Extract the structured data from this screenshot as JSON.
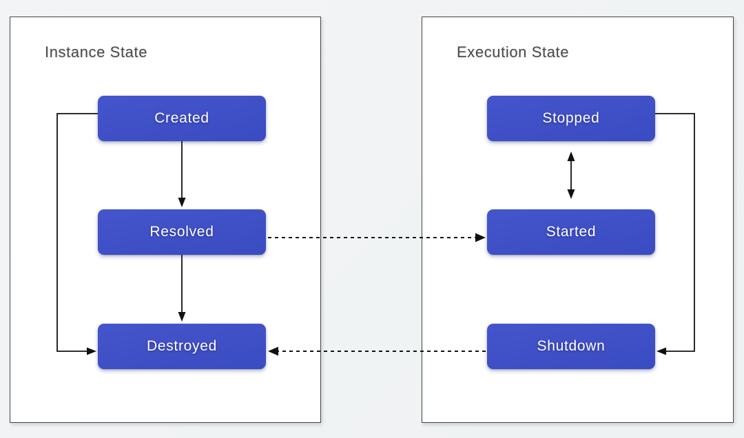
{
  "diagram": {
    "type": "state-diagram",
    "background_color": "#f1f3f5",
    "node_color": "#3f50c6",
    "node_text_color": "#ffffff",
    "edge_color": "#111111",
    "panels": [
      {
        "id": "instance",
        "title": "Instance State",
        "nodes": [
          {
            "id": "created",
            "label": "Created"
          },
          {
            "id": "resolved",
            "label": "Resolved"
          },
          {
            "id": "destroyed",
            "label": "Destroyed"
          }
        ]
      },
      {
        "id": "execution",
        "title": "Execution State",
        "nodes": [
          {
            "id": "stopped",
            "label": "Stopped"
          },
          {
            "id": "started",
            "label": "Started"
          },
          {
            "id": "shutdown",
            "label": "Shutdown"
          }
        ]
      }
    ],
    "edges": [
      {
        "id": "created-to-resolved",
        "from": "created",
        "to": "resolved",
        "style": "solid",
        "direction": "forward"
      },
      {
        "id": "resolved-to-destroyed",
        "from": "resolved",
        "to": "destroyed",
        "style": "solid",
        "direction": "forward"
      },
      {
        "id": "created-to-destroyed",
        "from": "created",
        "to": "destroyed",
        "style": "solid",
        "direction": "forward"
      },
      {
        "id": "stopped-started",
        "from": "stopped",
        "to": "started",
        "style": "solid",
        "direction": "bidirectional"
      },
      {
        "id": "stopped-to-shutdown",
        "from": "stopped",
        "to": "shutdown",
        "style": "solid",
        "direction": "forward"
      },
      {
        "id": "resolved-to-started",
        "from": "resolved",
        "to": "started",
        "style": "dashed",
        "direction": "forward"
      },
      {
        "id": "shutdown-to-destroyed",
        "from": "shutdown",
        "to": "destroyed",
        "style": "dashed",
        "direction": "forward"
      }
    ]
  }
}
